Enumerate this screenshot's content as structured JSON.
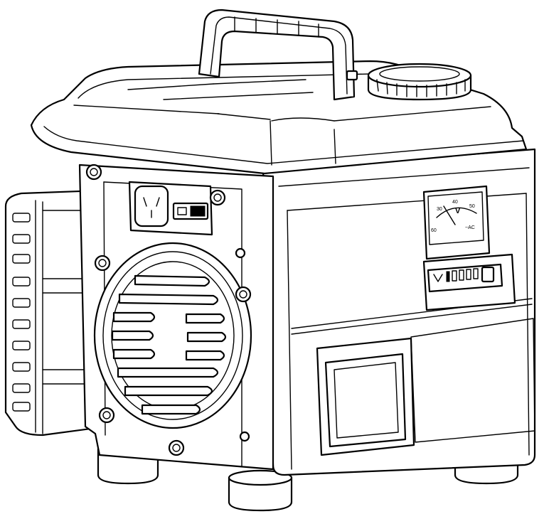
{
  "meter": {
    "scale_left": "30",
    "scale_mid": "40",
    "scale_right": "50",
    "unit": "V",
    "label_left": "60",
    "label_right": "~AC"
  },
  "colors": {
    "line": "#000000",
    "fill": "#ffffff"
  }
}
